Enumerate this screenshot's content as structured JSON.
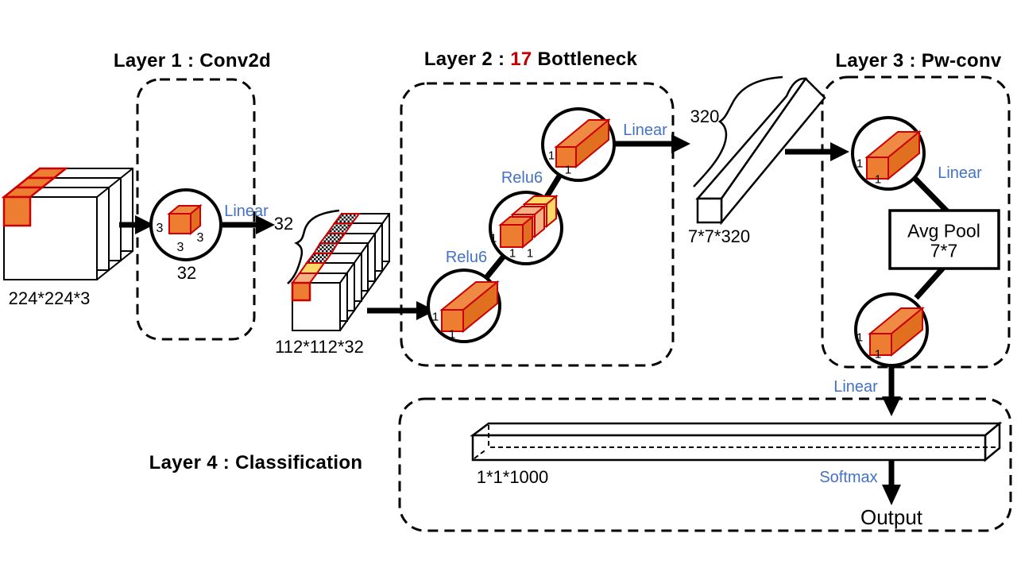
{
  "colors": {
    "accent_blue": "#4472C4",
    "highlight_red": "#C00000",
    "cube_orange": "#ED7D31",
    "cube_light_orange": "#F4B183",
    "cube_yellow": "#FFD966",
    "cube_outline_red": "#CC0000"
  },
  "diagram": {
    "unit": "1",
    "layer1": {
      "title": "Layer 1 : Conv2d",
      "input_tensor": "224*224*3",
      "kernel_dim": "3",
      "filter_count": "32",
      "activation": "Linear",
      "out_channels": "32",
      "output_tensor": "112*112*32"
    },
    "layer2": {
      "title_prefix": "Layer 2 : ",
      "block_count": "17",
      "title_suffix": " Bottleneck",
      "activation_lower": "Relu6",
      "activation_upper": "Relu6",
      "activation_out": "Linear"
    },
    "layer3": {
      "title": "Layer 3 : Pw-conv",
      "in_channels": "320",
      "input_tensor": "7*7*320",
      "activation_top": "Linear",
      "pool_line1": "Avg Pool",
      "pool_line2": "7*7",
      "activation_bottom": "Linear"
    },
    "layer4": {
      "title": "Layer 4 : Classification",
      "tensor": "1*1*1000",
      "activation": "Softmax",
      "output": "Output"
    }
  }
}
